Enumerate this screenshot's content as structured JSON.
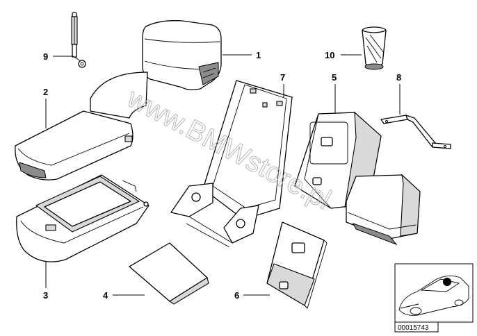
{
  "diagram": {
    "watermark": "www.BMWstore.pl",
    "diagram_number": "00015743",
    "callouts": [
      {
        "id": "1",
        "label": "1"
      },
      {
        "id": "2",
        "label": "2"
      },
      {
        "id": "3",
        "label": "3"
      },
      {
        "id": "4",
        "label": "4"
      },
      {
        "id": "5",
        "label": "5"
      },
      {
        "id": "6",
        "label": "6"
      },
      {
        "id": "7",
        "label": "7"
      },
      {
        "id": "8",
        "label": "8"
      },
      {
        "id": "9",
        "label": "9"
      },
      {
        "id": "10",
        "label": "10"
      }
    ]
  }
}
